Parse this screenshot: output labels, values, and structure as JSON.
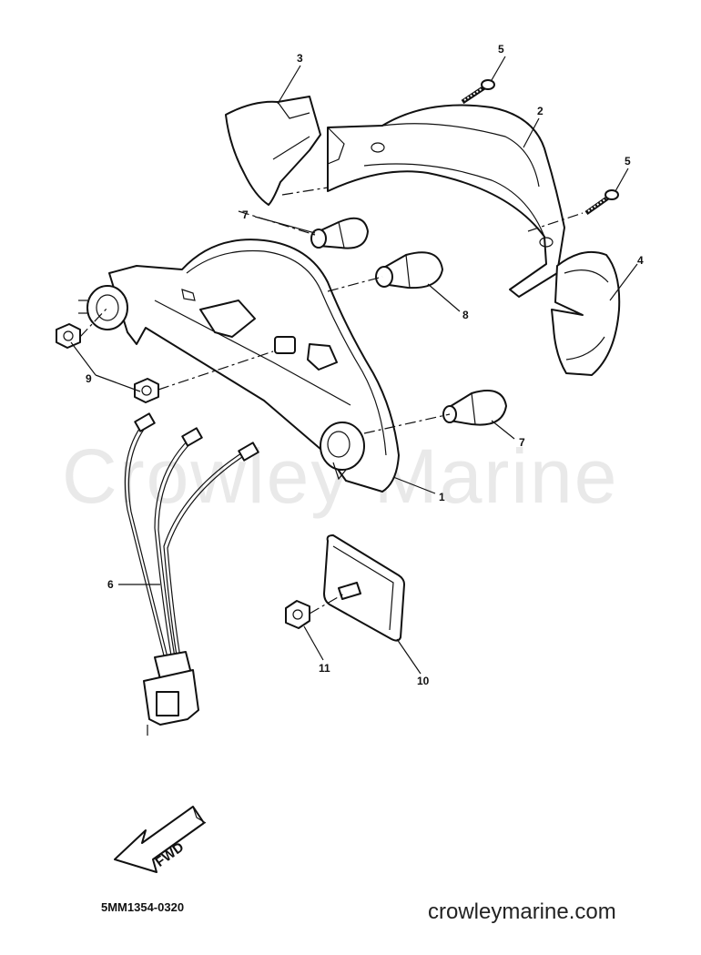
{
  "watermark": "Crowley Marine",
  "diagram_code": "5MM1354-0320",
  "website": "crowleymarine.com",
  "fwd_label": "FWD",
  "callouts": {
    "c1": "1",
    "c2": "2",
    "c3": "3",
    "c4": "4",
    "c5a": "5",
    "c5b": "5",
    "c6": "6",
    "c7a": "7",
    "c7b": "7",
    "c8": "8",
    "c9": "9",
    "c10": "10",
    "c11": "11"
  }
}
